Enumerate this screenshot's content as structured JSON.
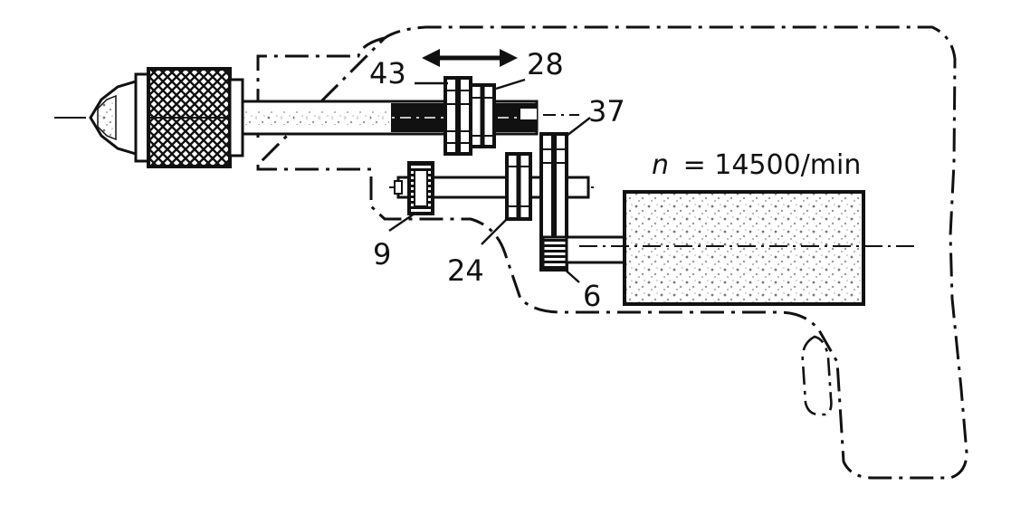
{
  "diagram": {
    "labels": {
      "gear_43": "43",
      "gear_28": "28",
      "gear_37": "37",
      "gear_9": "9",
      "gear_24": "24",
      "gear_6": "6"
    },
    "speed": {
      "symbol": "n",
      "value": "= 14500/min"
    }
  },
  "colors": {
    "ink": "#111111",
    "paper": "#ffffff",
    "shade": "#9a9a9a"
  }
}
